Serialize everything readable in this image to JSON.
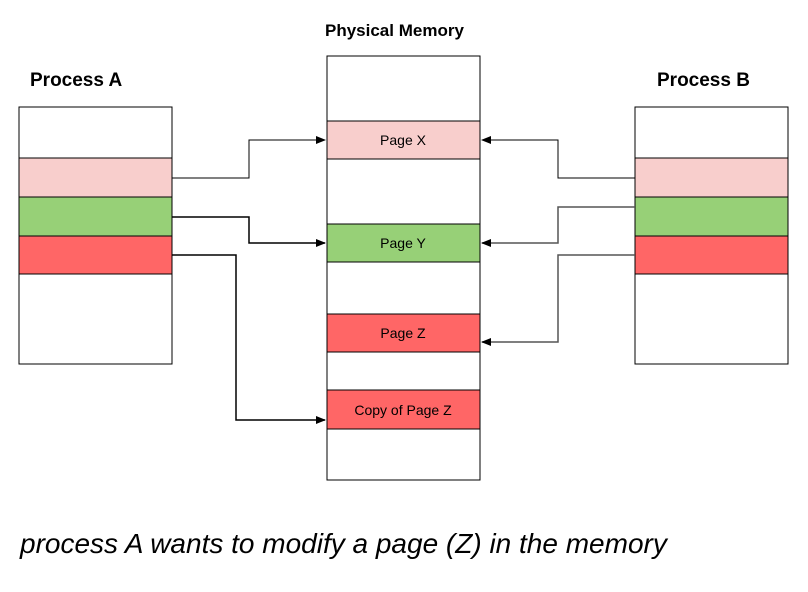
{
  "titles": {
    "process_a": "Process A",
    "process_b": "Process B",
    "physical_memory": "Physical Memory"
  },
  "pages": {
    "x": "Page X",
    "y": "Page Y",
    "z": "Page Z",
    "copy_z": "Copy of Page Z"
  },
  "caption": "process A wants to modify a page (Z) in the memory",
  "colors": {
    "page_x": "#f8cecc",
    "page_y": "#97d077",
    "page_z": "#ff6666",
    "border": "#000000",
    "arrow_b_line": "#555555"
  }
}
